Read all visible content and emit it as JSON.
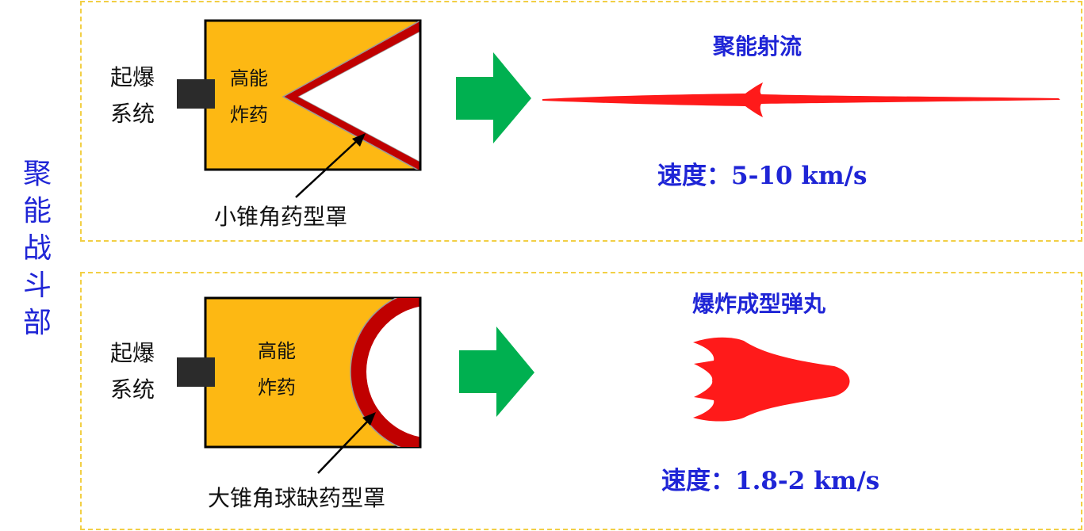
{
  "side_title": [
    "聚",
    "能",
    "战",
    "斗",
    "部"
  ],
  "top": {
    "detonator_label": "起爆系统",
    "charge_label": "高能炸药",
    "liner_label": "小锥角药型罩",
    "result_title": "聚能射流",
    "speed": "速度：5-10 km/s"
  },
  "bottom": {
    "detonator_label": "起爆系统",
    "charge_label": "高能炸药",
    "liner_label": "大锥角球缺药型罩",
    "result_title": "爆炸成型弹丸",
    "speed": "速度：1.8-2 km/s"
  },
  "colors": {
    "title_blue": "#1f25d6",
    "charge_fill": "#fdb813",
    "liner_red": "#c00000",
    "arrow_green": "#00b050",
    "jet_red": "#ff1a1a",
    "panel_border": "#f2cf45"
  },
  "icons": {
    "detonator": "black-block-icon",
    "process_arrow": "green-arrow-icon"
  }
}
